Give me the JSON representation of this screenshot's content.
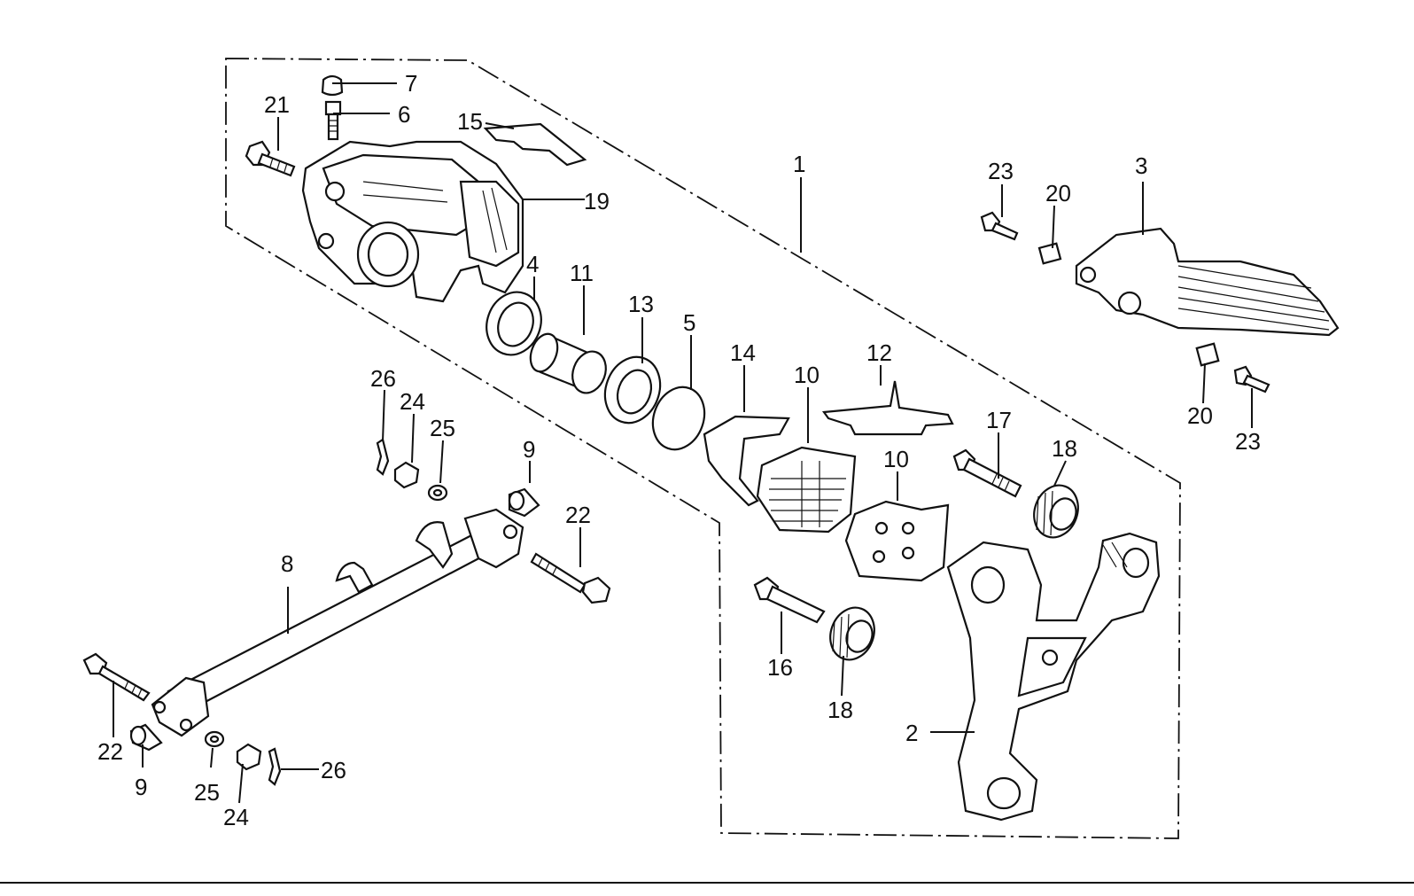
{
  "diagram": {
    "labels": {
      "l1": "1",
      "l2": "2",
      "l3": "3",
      "l4": "4",
      "l5": "5",
      "l6": "6",
      "l7": "7",
      "l8": "8",
      "l9a": "9",
      "l9b": "9",
      "l10a": "10",
      "l10b": "10",
      "l11": "11",
      "l12": "12",
      "l13": "13",
      "l14": "14",
      "l15": "15",
      "l16": "16",
      "l17": "17",
      "l18a": "18",
      "l18b": "18",
      "l19": "19",
      "l20a": "20",
      "l20b": "20",
      "l21": "21",
      "l22a": "22",
      "l22b": "22",
      "l23a": "23",
      "l23b": "23",
      "l24a": "24",
      "l24b": "24",
      "l25a": "25",
      "l25b": "25",
      "l26a": "26",
      "l26b": "26"
    }
  }
}
